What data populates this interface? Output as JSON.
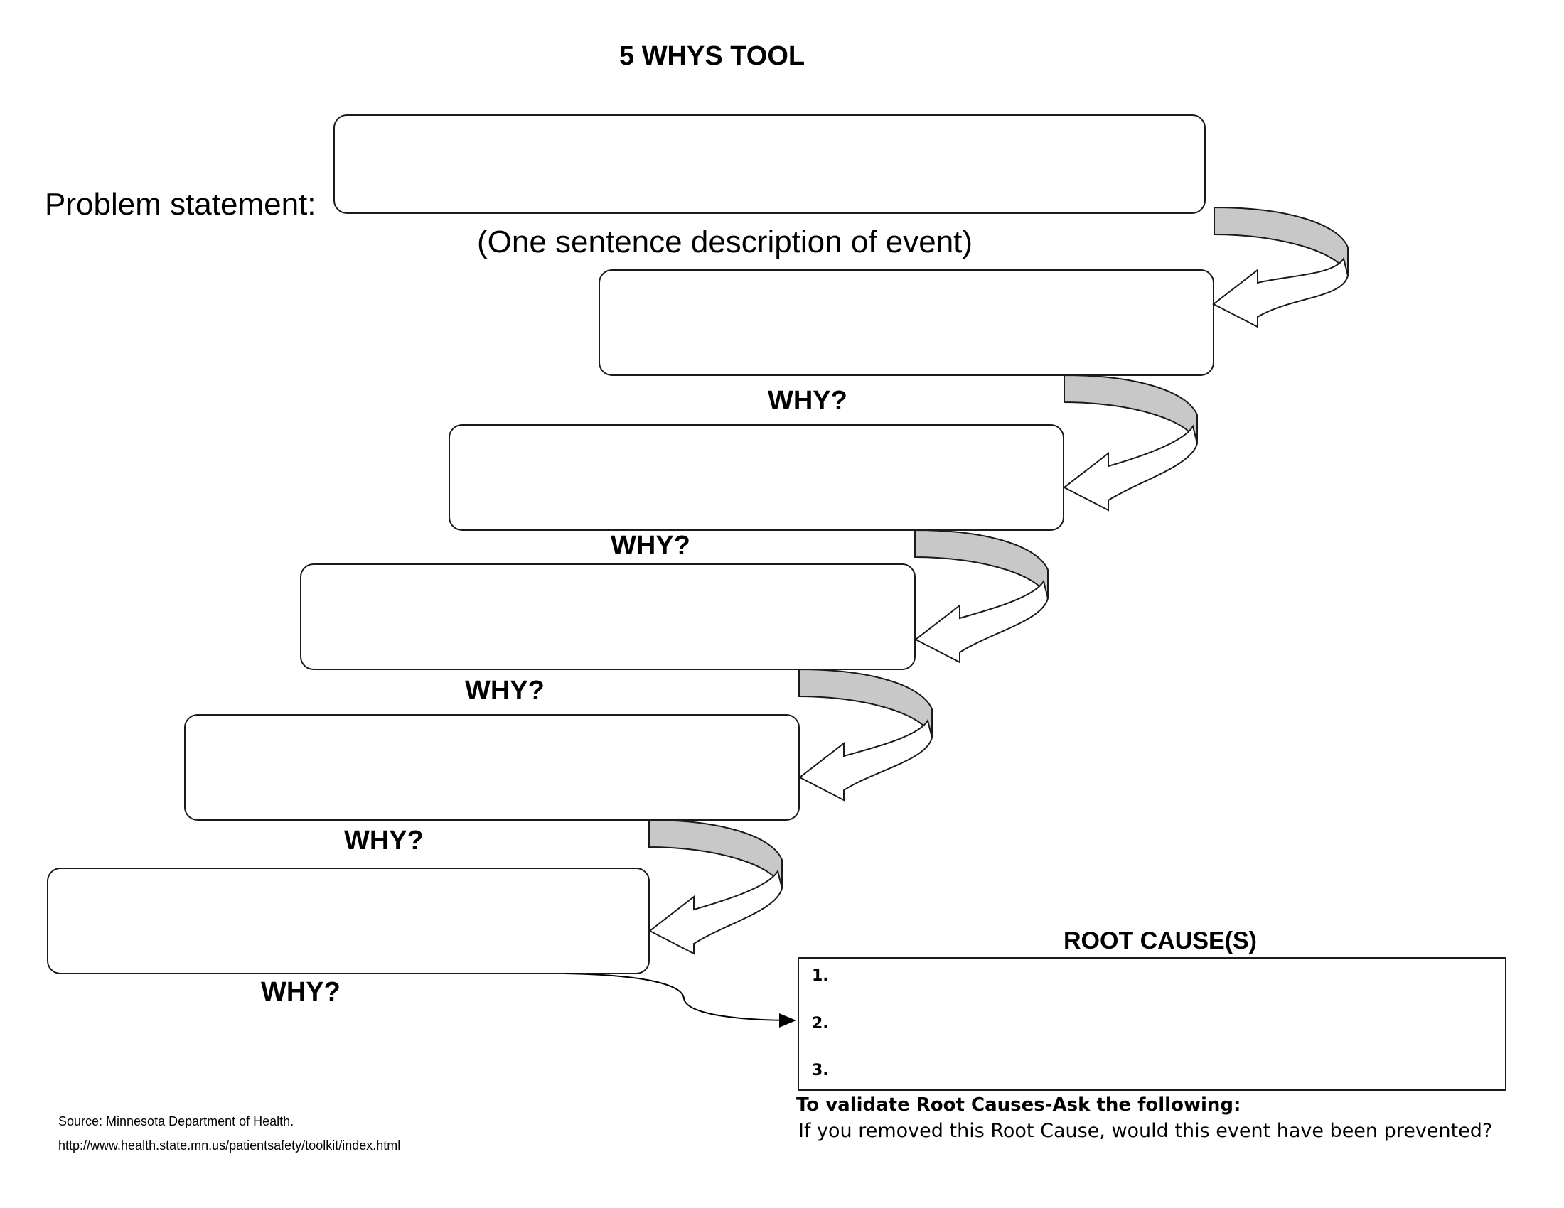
{
  "title": "5 WHYS TOOL",
  "problem": {
    "label": "Problem statement:",
    "caption": "(One sentence description of event)"
  },
  "why_label": "WHY?",
  "root_cause": {
    "title": "ROOT CAUSE(S)",
    "items": [
      "1.",
      "2.",
      "3."
    ]
  },
  "validate": {
    "heading": "To validate Root Causes-Ask the following:",
    "question": "If you removed this Root Cause, would this event have been prevented?"
  },
  "source": {
    "line1": "Source: Minnesota Department of Health.",
    "line2": "http://www.health.state.mn.us/patientsafety/toolkit/index.html"
  },
  "colors": {
    "stroke": "#1a1a1a",
    "arrow_band": "#c8c8c8"
  }
}
